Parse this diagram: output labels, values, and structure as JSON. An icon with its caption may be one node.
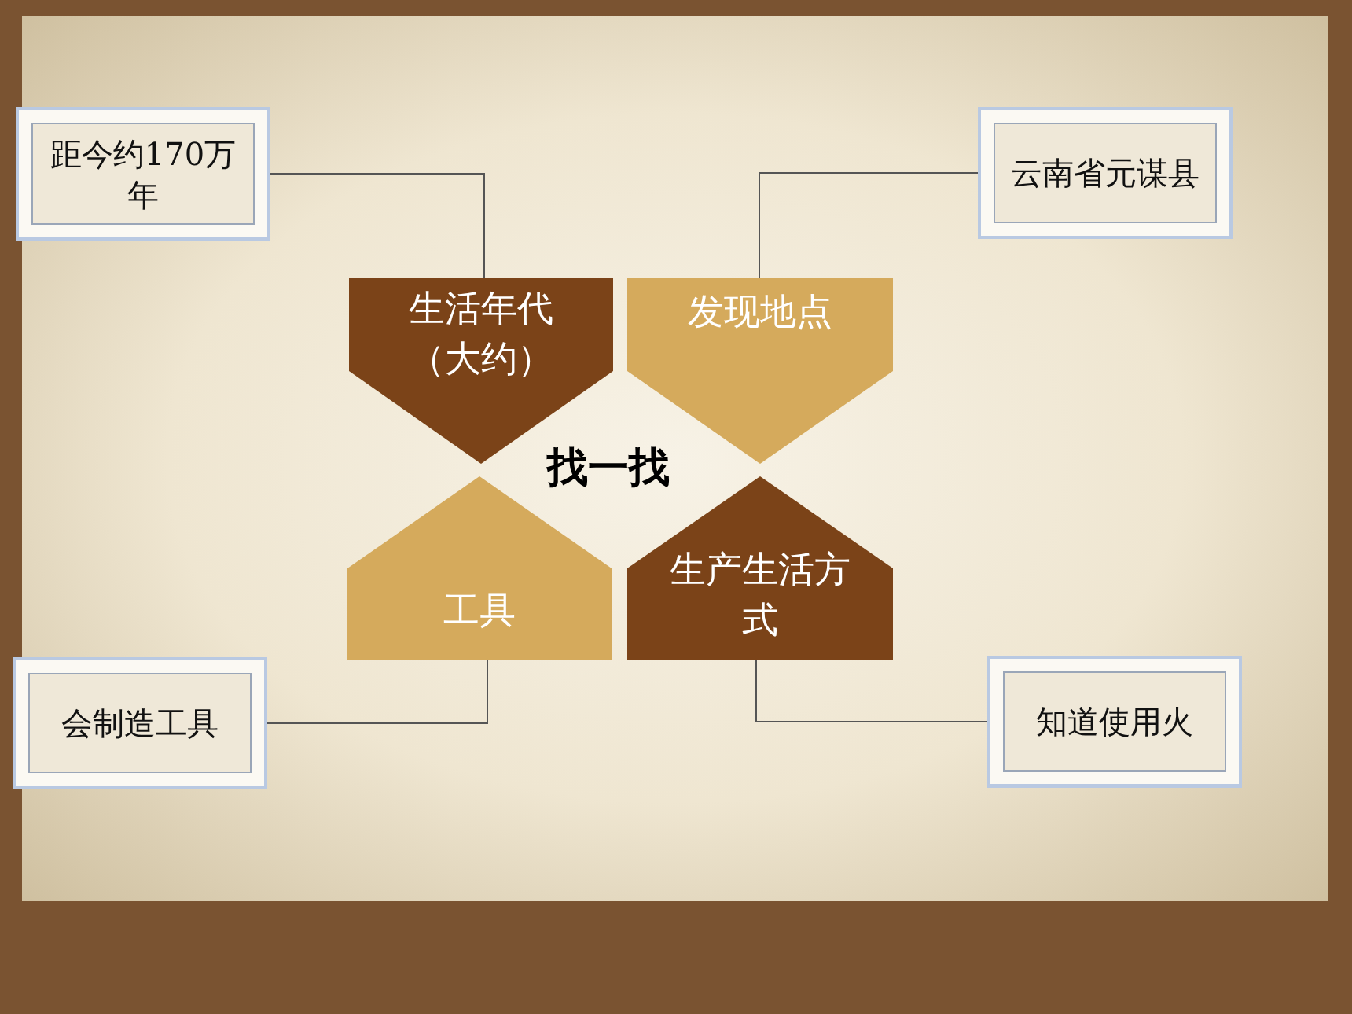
{
  "diagram": {
    "nodes": [
      {
        "text": [
          "距今约170万年"
        ]
      },
      {
        "text": [
          "云南省元谋县"
        ]
      },
      {
        "text": [
          "生活年代（大约）"
        ]
      },
      {
        "text": [
          "发现地点"
        ]
      },
      {
        "text": [
          "工具"
        ]
      },
      {
        "text": [
          "生产生活方式"
        ]
      },
      {
        "text": [
          "会制造工具"
        ]
      },
      {
        "text": [
          "知道使用火"
        ]
      }
    ],
    "edges": [
      {
        "from": 0,
        "to": 2,
        "arrow": "none"
      },
      {
        "from": 3,
        "to": 1,
        "arrow": "none"
      },
      {
        "from": 4,
        "to": 6,
        "arrow": "none"
      },
      {
        "from": 5,
        "to": 7,
        "arrow": "none"
      }
    ],
    "labels": [
      "找一找"
    ]
  }
}
